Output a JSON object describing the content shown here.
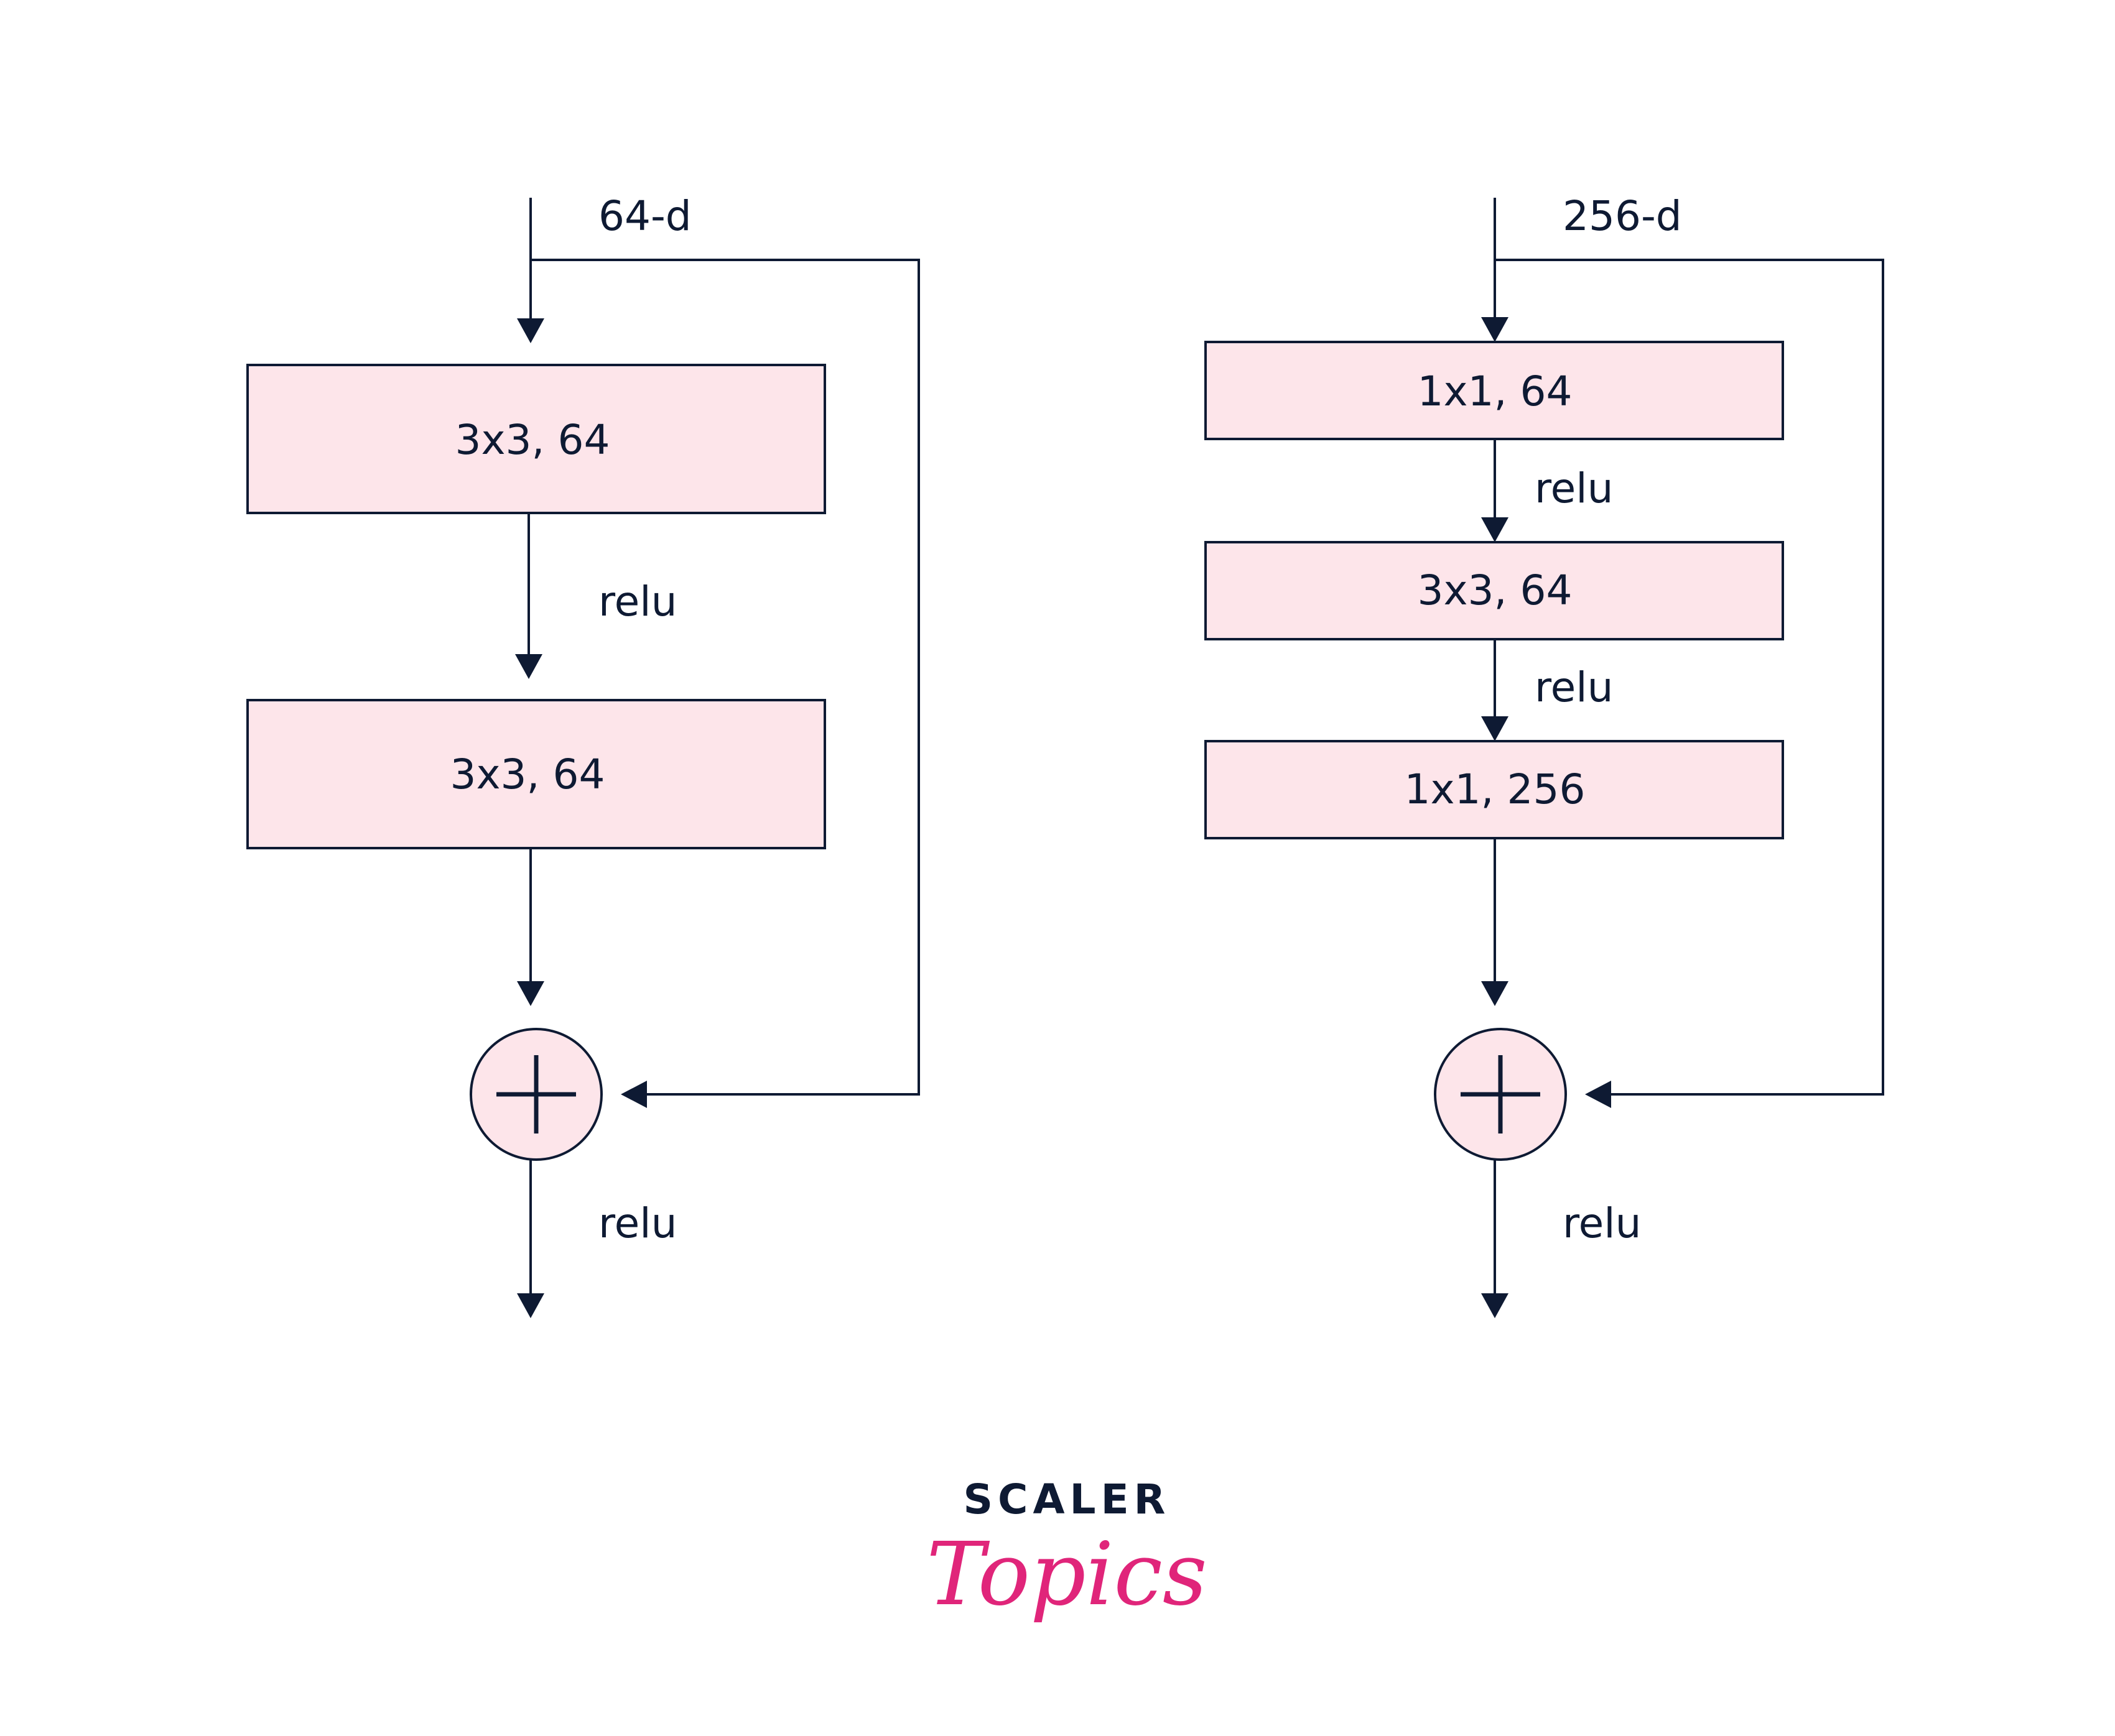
{
  "colors": {
    "ink": "#0e1a33",
    "box_fill": "#fde5ea",
    "logo_accent": "#e0257a"
  },
  "left_block": {
    "input_label": "64-d",
    "layers": [
      "3x3, 64",
      "3x3, 64"
    ],
    "between_labels": [
      "relu"
    ],
    "output_label": "relu",
    "adder_icon": "plus-circle-icon"
  },
  "right_block": {
    "input_label": "256-d",
    "layers": [
      "1x1, 64",
      "3x3, 64",
      "1x1, 256"
    ],
    "between_labels": [
      "relu",
      "relu"
    ],
    "output_label": "relu",
    "adder_icon": "plus-circle-icon"
  },
  "logo": {
    "line1": "SCALER",
    "line2": "Topics"
  }
}
